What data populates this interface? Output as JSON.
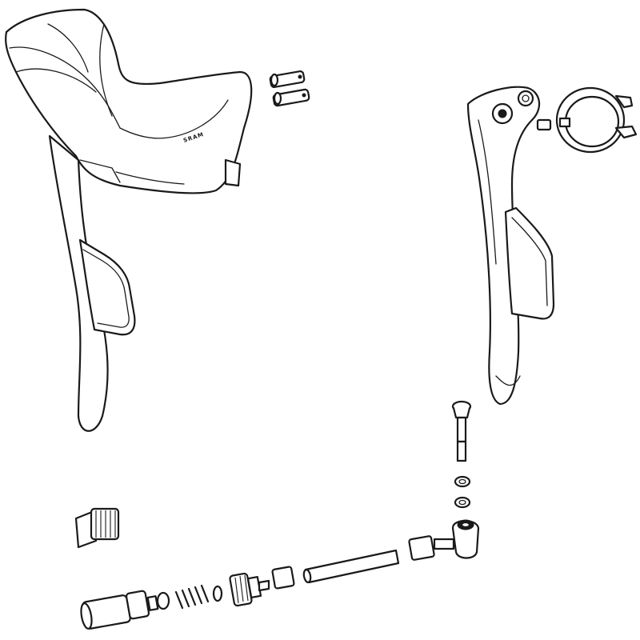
{
  "diagram": {
    "style": "exploded-view line drawing",
    "background": "#ffffff",
    "line_color": "#1a1a1a",
    "brand_mark_text": "SRAM",
    "parts": [
      "shift-brake-lever-body",
      "brake-lever-blade",
      "clamp-band",
      "pivot-pins",
      "hose-bolt",
      "crush-washers",
      "banjo-fitting",
      "hose-barb",
      "hydraulic-hose",
      "hose-insert-sleeve",
      "compression-fitting",
      "olive",
      "spring",
      "o-ring",
      "bleed-port-fitting",
      "compression-nut",
      "threaded-adapter"
    ]
  }
}
